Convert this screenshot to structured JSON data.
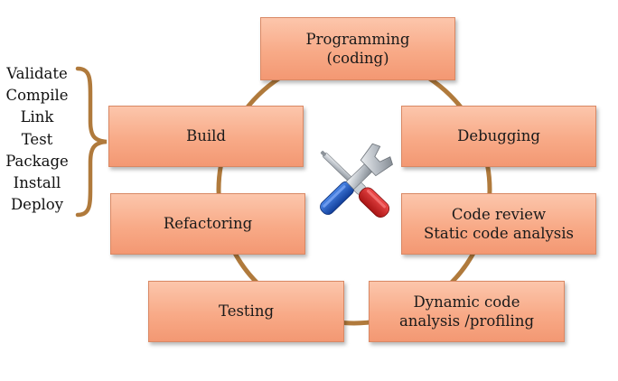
{
  "diagram": {
    "stages": {
      "programming": "Programming\n(coding)",
      "build": "Build",
      "debugging": "Debugging",
      "refactoring": "Refactoring",
      "code_review": "Code review\nStatic code analysis",
      "testing": "Testing",
      "dynamic_analysis": "Dynamic code\nanalysis /profiling"
    },
    "build_steps": [
      "Validate",
      "Compile",
      "Link",
      "Test",
      "Package",
      "Install",
      "Deploy"
    ],
    "center_icon": "screwdriver-wrench-icon",
    "colors": {
      "box_fill": "#f8aa87",
      "box_border": "#d98864",
      "cycle_ring": "#b07a3c",
      "brace": "#b07a3c"
    }
  }
}
